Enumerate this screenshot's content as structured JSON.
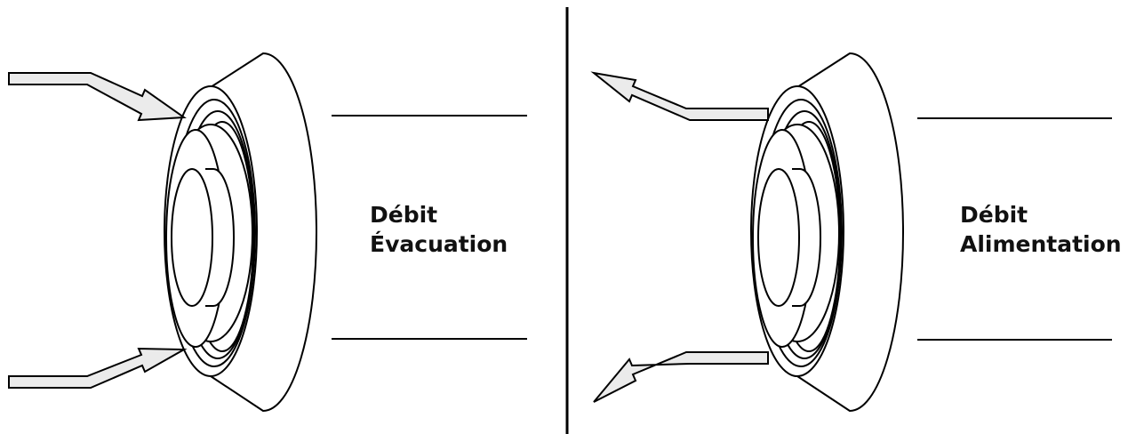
{
  "colors": {
    "stroke": "#000000",
    "arrow_fill": "#ebebeb",
    "background": "#ffffff"
  },
  "panels": {
    "left": {
      "label_line1": "Débit",
      "label_line2": "Évacuation",
      "flow_direction": "into-diffuser"
    },
    "right": {
      "label_line1": "Débit",
      "label_line2": "Alimentation",
      "flow_direction": "out-of-diffuser"
    }
  }
}
